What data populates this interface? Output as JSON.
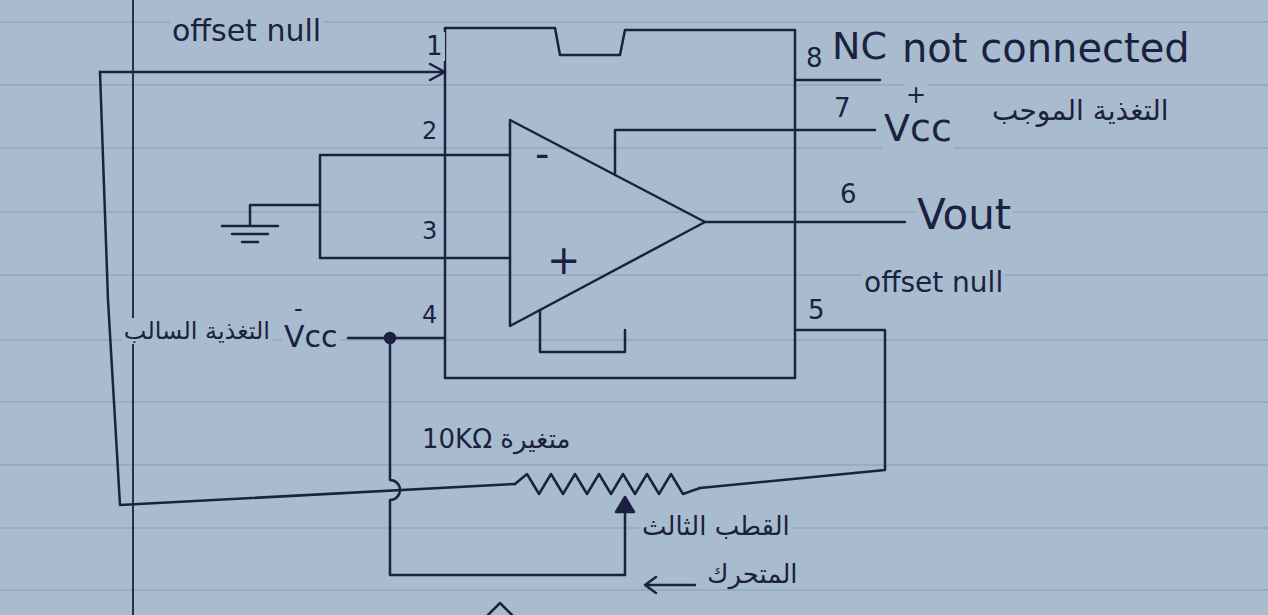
{
  "diagram": {
    "nodes": [
      {
        "text": [
          "-",
          "+"
        ]
      }
    ],
    "labels": [
      "offset null",
      "1",
      "2",
      "3",
      "8",
      "NC",
      "not connected",
      "7",
      "+",
      "Vcc",
      "التغذية الموجب",
      "6",
      "Vout",
      "5",
      "offset null",
      "التغذية السالب",
      "-",
      "Vcc",
      "4",
      "10KΩ متغيرة",
      "القطب الثالث",
      "المتحرك"
    ]
  }
}
